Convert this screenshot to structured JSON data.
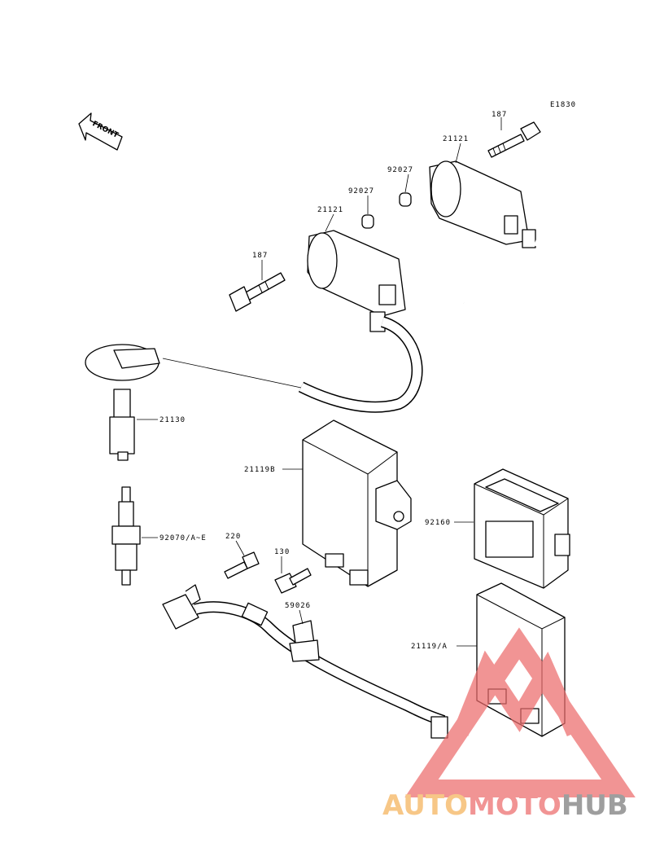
{
  "diagram_code": "E1830",
  "front_label": "FRONT",
  "parts": {
    "bolt_right": "187",
    "bolt_left": "187",
    "collar_right": "92027",
    "collar_left": "92027",
    "coil_right": "21121",
    "coil_left": "21121",
    "plug_cap": "21130",
    "spark_plug": "92070/A~E",
    "screw": "220",
    "ignitor_upper": "21119B",
    "bolt_ignitor": "130",
    "case": "92160",
    "clamp": "59026",
    "ignitor_lower": "21119/A"
  },
  "watermark": {
    "part1": "AUTO",
    "part2": "MOTO",
    "part3": "HUB",
    "color_orange": "#f5b25a",
    "color_red": "#ec6b6b",
    "color_gray": "#7a7a7a"
  }
}
